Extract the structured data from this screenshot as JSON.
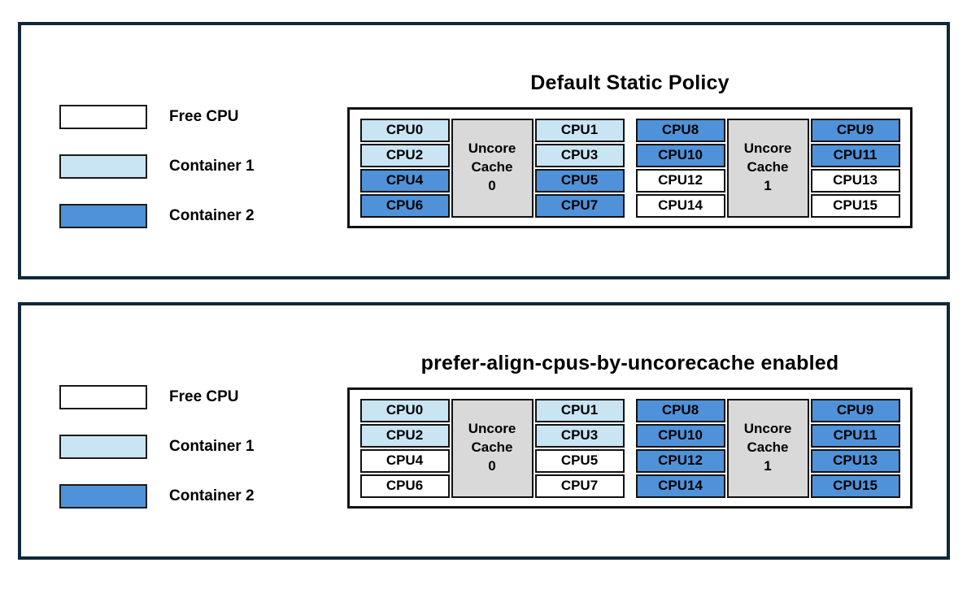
{
  "colors": {
    "free_cpu": "#ffffff",
    "container1": "#c9e5f4",
    "container2": "#4f92d9",
    "uncore_cache_bg": "#d9d9d9",
    "cell_border": "#111111",
    "panel_border": "#0f2837",
    "text": "#000000"
  },
  "legend": {
    "items": [
      {
        "label": "Free CPU",
        "state": "free"
      },
      {
        "label": "Container 1",
        "state": "container1"
      },
      {
        "label": "Container 2",
        "state": "container2"
      }
    ]
  },
  "panels": [
    {
      "title": "Default Static Policy",
      "groups": [
        {
          "cache_label": "Uncore\nCache\n0",
          "left_cpus": [
            {
              "label": "CPU0",
              "state": "container1"
            },
            {
              "label": "CPU2",
              "state": "container1"
            },
            {
              "label": "CPU4",
              "state": "container2"
            },
            {
              "label": "CPU6",
              "state": "container2"
            }
          ],
          "right_cpus": [
            {
              "label": "CPU1",
              "state": "container1"
            },
            {
              "label": "CPU3",
              "state": "container1"
            },
            {
              "label": "CPU5",
              "state": "container2"
            },
            {
              "label": "CPU7",
              "state": "container2"
            }
          ]
        },
        {
          "cache_label": "Uncore\nCache\n1",
          "left_cpus": [
            {
              "label": "CPU8",
              "state": "container2"
            },
            {
              "label": "CPU10",
              "state": "container2"
            },
            {
              "label": "CPU12",
              "state": "free"
            },
            {
              "label": "CPU14",
              "state": "free"
            }
          ],
          "right_cpus": [
            {
              "label": "CPU9",
              "state": "container2"
            },
            {
              "label": "CPU11",
              "state": "container2"
            },
            {
              "label": "CPU13",
              "state": "free"
            },
            {
              "label": "CPU15",
              "state": "free"
            }
          ]
        }
      ]
    },
    {
      "title": "prefer-align-cpus-by-uncorecache enabled",
      "groups": [
        {
          "cache_label": "Uncore\nCache\n0",
          "left_cpus": [
            {
              "label": "CPU0",
              "state": "container1"
            },
            {
              "label": "CPU2",
              "state": "container1"
            },
            {
              "label": "CPU4",
              "state": "free"
            },
            {
              "label": "CPU6",
              "state": "free"
            }
          ],
          "right_cpus": [
            {
              "label": "CPU1",
              "state": "container1"
            },
            {
              "label": "CPU3",
              "state": "container1"
            },
            {
              "label": "CPU5",
              "state": "free"
            },
            {
              "label": "CPU7",
              "state": "free"
            }
          ]
        },
        {
          "cache_label": "Uncore\nCache\n1",
          "left_cpus": [
            {
              "label": "CPU8",
              "state": "container2"
            },
            {
              "label": "CPU10",
              "state": "container2"
            },
            {
              "label": "CPU12",
              "state": "container2"
            },
            {
              "label": "CPU14",
              "state": "container2"
            }
          ],
          "right_cpus": [
            {
              "label": "CPU9",
              "state": "container2"
            },
            {
              "label": "CPU11",
              "state": "container2"
            },
            {
              "label": "CPU13",
              "state": "container2"
            },
            {
              "label": "CPU15",
              "state": "container2"
            }
          ]
        }
      ]
    }
  ]
}
